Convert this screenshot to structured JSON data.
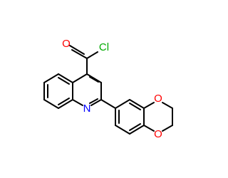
{
  "colors": {
    "bond": "#000000",
    "oxygen": "#ff0000",
    "nitrogen": "#0000ff",
    "chlorine": "#00aa00",
    "background": "#ffffff"
  },
  "atoms": {
    "carbonyl_oxygen": "O",
    "chlorine": "Cl",
    "nitrogen": "N",
    "ring_oxygen_top": "O",
    "ring_oxygen_bottom": "O"
  }
}
